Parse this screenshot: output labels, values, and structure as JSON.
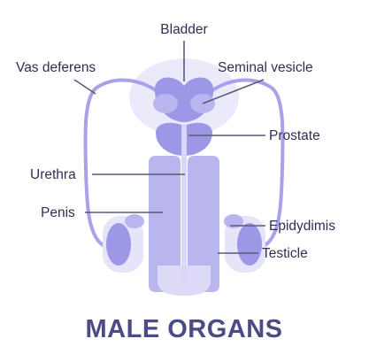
{
  "title": "MALE ORGANS",
  "labels": {
    "bladder": "Bladder",
    "vas_deferens": "Vas deferens",
    "seminal_vesicle": "Seminal vesicle",
    "prostate": "Prostate",
    "urethra": "Urethra",
    "penis": "Penis",
    "epididymis": "Epidydimis",
    "testicle": "Testicle"
  },
  "colors": {
    "organ_dark": "#9d98e6",
    "organ_mid": "#b9b5ef",
    "organ_light": "#dcdaf7",
    "halo": "#ebeafb",
    "duct": "#a7a2ea",
    "text": "#2f2f52",
    "title": "#4b4b86"
  }
}
